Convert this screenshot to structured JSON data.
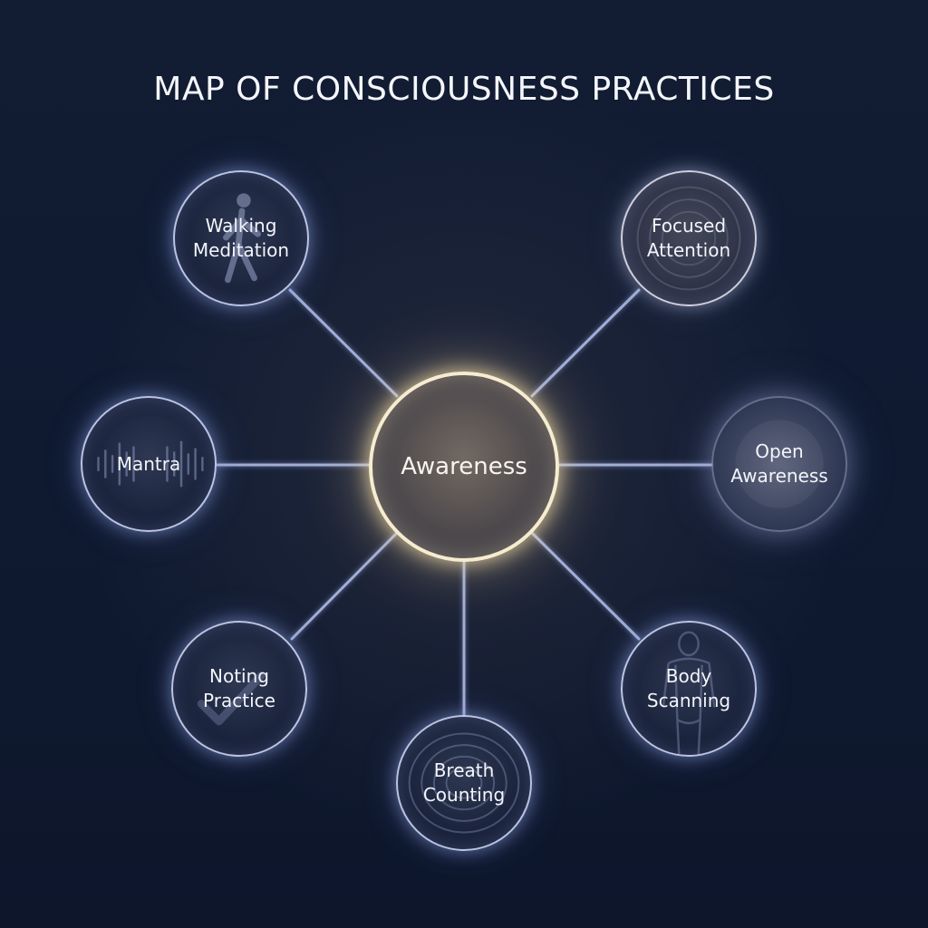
{
  "title": "MAP OF CONSCIOUSNESS PRACTICES",
  "center": {
    "label": "Awareness"
  },
  "nodes": [
    {
      "label": "Walking\nMeditation",
      "icon": "walking-person-icon"
    },
    {
      "label": "Focused\nAttention",
      "icon": "concentric-rings-icon"
    },
    {
      "label": "Mantra",
      "icon": "sound-wave-icon"
    },
    {
      "label": "Open\nAwareness",
      "icon": "soft-glow-icon"
    },
    {
      "label": "Noting\nPractice",
      "icon": "checkmark-icon"
    },
    {
      "label": "Body\nScanning",
      "icon": "human-silhouette-icon"
    },
    {
      "label": "Breath\nCounting",
      "icon": "ripple-icon"
    }
  ],
  "colors": {
    "background": "#111a30",
    "center_ring": "#f6ecd0",
    "node_ring": "#cdd7f5",
    "connector": "#b9c6f0"
  }
}
